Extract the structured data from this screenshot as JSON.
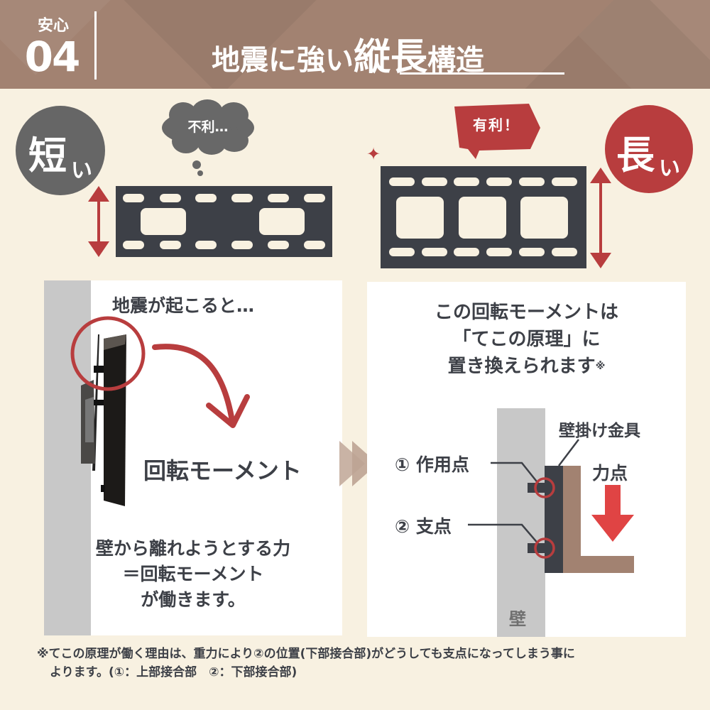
{
  "header": {
    "badge_label": "安心",
    "badge_number": "04",
    "title_part1": "地震に強い",
    "title_emphasis": "縦長",
    "title_part3": "構造",
    "background_color": "#a28271"
  },
  "comparison": {
    "short": {
      "label_big": "短",
      "label_small": "い",
      "bubble_text": "不利…",
      "color": "#666666"
    },
    "long": {
      "label_big": "長",
      "label_small": "い",
      "bubble_text": "有利！",
      "color": "#b83d3e",
      "sparkle": "✦"
    }
  },
  "left_panel": {
    "heading": "地震が起こると…",
    "moment_label": "回転モーメント",
    "body_lines": [
      "壁から離れようとする力",
      "＝回転モーメント",
      "が働きます。"
    ]
  },
  "right_panel": {
    "heading_lines": [
      "この回転モーメントは",
      "「てこの原理」に",
      "置き換えられます"
    ],
    "heading_note_mark": "※",
    "diagram": {
      "bracket_label": "壁掛け金具",
      "point1_label": "① 作用点",
      "point2_label": "② 支点",
      "force_label": "力点",
      "wall_label": "壁"
    }
  },
  "footnote": {
    "line1": "※てこの原理が働く理由は、重力により②の位置(下部接合部)がどうしても支点になってしまう事に",
    "line2": "よります。(①：上部接合部　②：下部接合部)"
  },
  "colors": {
    "background": "#f8f1e1",
    "dark": "#3d4047",
    "accent_red": "#b83d3e",
    "arrow_red": "#e04444",
    "brown": "#a28271",
    "wall_gray": "#c8c8c8"
  }
}
